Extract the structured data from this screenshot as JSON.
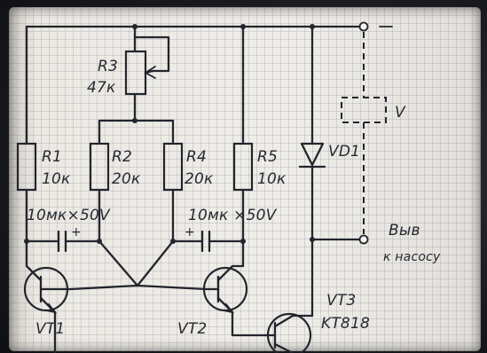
{
  "labels": {
    "r1_name": "R1",
    "r1_value": "10к",
    "r2_name": "R2",
    "r2_value": "20к",
    "r3_name": "R3",
    "r3_value": "47к",
    "r4_name": "R4",
    "r4_value": "20к",
    "r5_name": "R5",
    "r5_value": "10к",
    "c1_value": "10мк×50V",
    "c2_value": "10мк ×50V",
    "vt1": "VT1",
    "vt2": "VT2",
    "vt3": "VT3",
    "vt3_type": "KT818",
    "vd1": "VD1",
    "relay": "V",
    "output_line1": "Выв",
    "output_line2": "к насосу",
    "plus_sign_1": "+",
    "plus_sign_2": "+",
    "supply_sign": "−"
  }
}
